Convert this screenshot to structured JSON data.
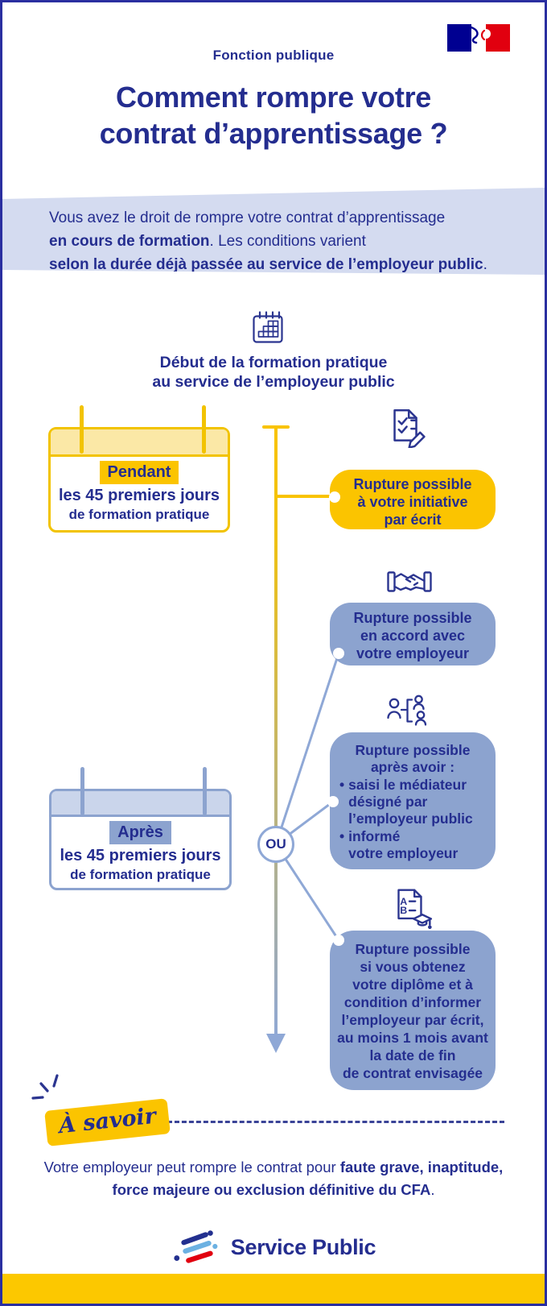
{
  "header": {
    "eyebrow": "Fonction publique",
    "title": "Comment rompre votre\ncontrat d’apprentissage ?",
    "flag_colors": {
      "blue": "#000091",
      "red": "#E1000F"
    }
  },
  "intro": {
    "background": "#D4DBF0",
    "line1": "Vous avez le droit de rompre votre contrat d’apprentissage",
    "line2_bold": "en cours de formation",
    "line2_rest": ". Les conditions varient",
    "line3_bold": "selon la durée déjà passée au service de l’employeur public",
    "line3_rest": "."
  },
  "timeline": {
    "start_icon": "calendar-icon",
    "start_label": "Début de la formation pratique\nau service de l’employeur public",
    "or_label": "OU",
    "line_start_color": "#F9C300",
    "line_end_color": "#8FA8D6"
  },
  "period_pendant": {
    "highlight": "Pendant",
    "line1": "les 45 premiers jours",
    "line2": "de formation pratique",
    "accent": "#F2C300",
    "header_fill": "#FBE8A6"
  },
  "period_apres": {
    "highlight": "Après",
    "line1": "les 45 premiers jours",
    "line2": "de formation pratique",
    "accent": "#8CA3CF",
    "header_fill": "#CAD5EB"
  },
  "outcomes": [
    {
      "icon": "document-check-pencil-icon",
      "color": "#FBC400",
      "text": "Rupture possible\nà votre initiative\npar écrit"
    },
    {
      "icon": "handshake-icon",
      "color": "#8CA3CF",
      "text": "Rupture possible\nen accord avec\nvotre employeur"
    },
    {
      "icon": "mediator-people-icon",
      "color": "#8CA3CF",
      "title": "Rupture possible\naprès avoir :",
      "bullets": [
        "saisi le médiateur\ndésigné par\nl’employeur public",
        "informé\nvotre employeur"
      ],
      "bullet_mark": "•"
    },
    {
      "icon": "diploma-grades-icon",
      "color": "#8CA3CF",
      "text": "Rupture possible\nsi vous obtenez\nvotre diplôme et à\ncondition d’informer\nl’employeur par écrit,\nau moins 1 mois avant\nla date de fin\nde contrat envisagée"
    }
  ],
  "note": {
    "tag": "À savoir",
    "tag_color": "#FBC400",
    "text_normal": "Votre employeur peut rompre le contrat pour ",
    "text_bold": "faute grave, inaptitude, force majeure ou exclusion définitive du CFA",
    "text_end": "."
  },
  "footer": {
    "logo_text": "Service Public",
    "bar_color": "#FCC800",
    "logo_colors": {
      "navy": "#23308F",
      "light_blue": "#6CB1E2",
      "red": "#E1000F"
    }
  }
}
